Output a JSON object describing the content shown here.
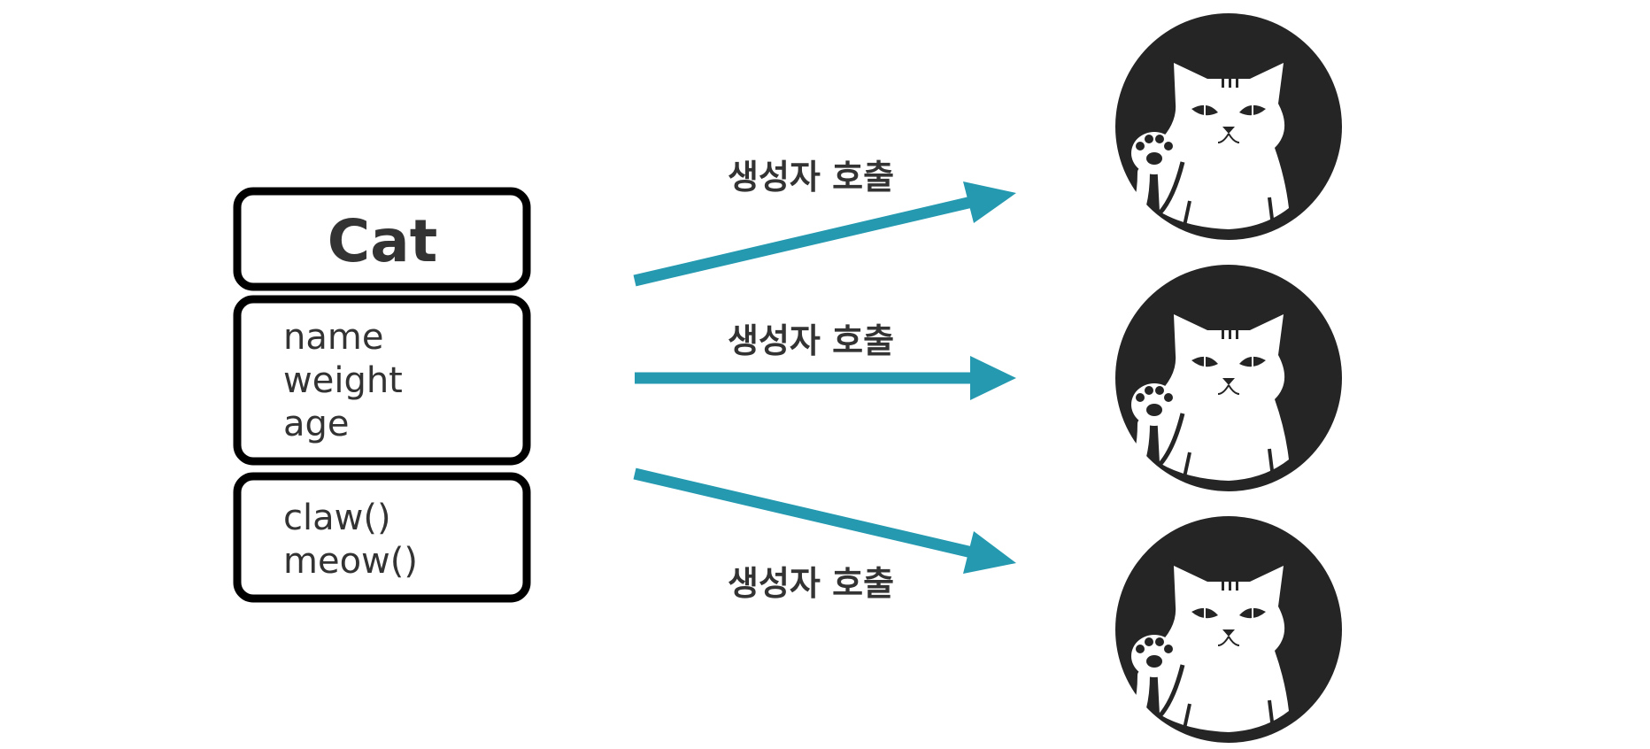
{
  "class_box": {
    "name": "Cat",
    "attributes": [
      "name",
      "weight",
      "age"
    ],
    "methods": [
      "claw()",
      "meow()"
    ]
  },
  "arrows": [
    {
      "label": "생성자 호출"
    },
    {
      "label": "생성자 호출"
    },
    {
      "label": "생성자 호출"
    }
  ],
  "instances": [
    {
      "icon": "cat-icon"
    },
    {
      "icon": "cat-icon"
    },
    {
      "icon": "cat-icon"
    }
  ],
  "colors": {
    "arrow": "#2499b0",
    "border": "#000000",
    "text": "#333333",
    "circle": "#252525",
    "cat": "#ffffff"
  }
}
